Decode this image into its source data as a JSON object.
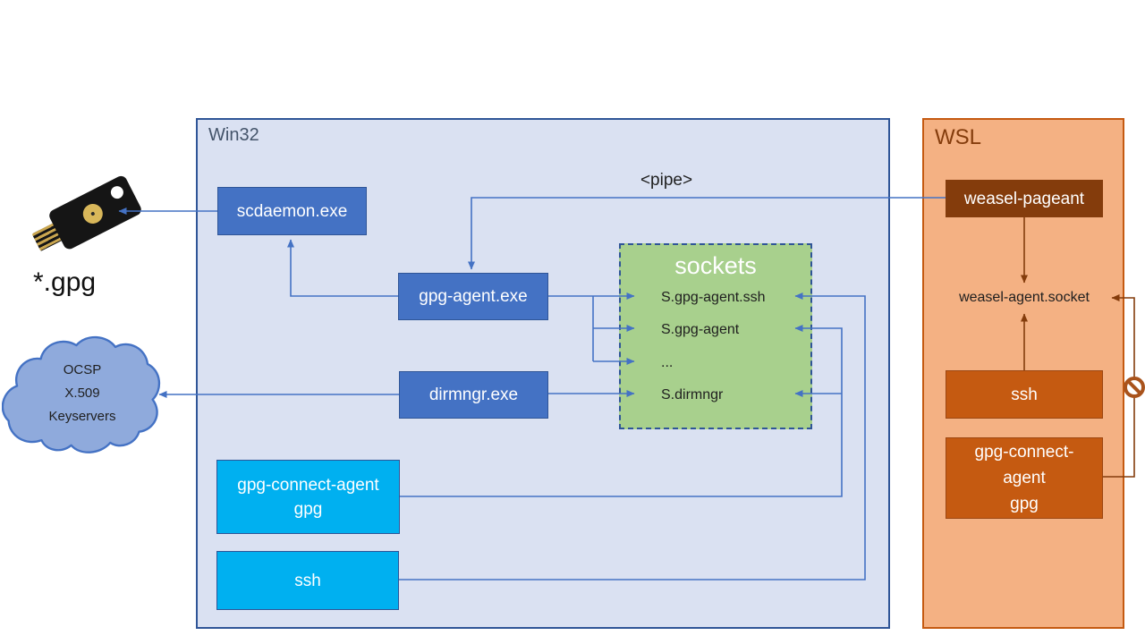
{
  "colors": {
    "win32_fill": "#dae1f2",
    "win32_border": "#2f5597",
    "wsl_fill": "#f4b183",
    "wsl_border": "#c55a11",
    "node_blue": "#4472c4",
    "node_cyan": "#00b0f0",
    "node_orange": "#c55a11",
    "node_brown": "#843c0c",
    "sockets_fill": "#a8d08d",
    "cloud_fill": "#8faadc",
    "line_blue": "#4472c4",
    "line_brown": "#843c0c",
    "noentry": "#a9531c"
  },
  "win32": {
    "label": "Win32",
    "pipe_label": "<pipe>",
    "nodes": {
      "scdaemon": {
        "label": "scdaemon.exe"
      },
      "gpg_agent": {
        "label": "gpg-agent.exe"
      },
      "dirmngr": {
        "label": "dirmngr.exe"
      },
      "gpg_connect": {
        "line1": "gpg-connect-agent",
        "line2": "gpg"
      },
      "ssh": {
        "label": "ssh"
      }
    },
    "sockets": {
      "title": "sockets",
      "items": [
        "S.gpg-agent.ssh",
        "S.gpg-agent",
        "...",
        "S.dirmngr"
      ]
    }
  },
  "wsl": {
    "label": "WSL",
    "nodes": {
      "weasel_pageant": {
        "label": "weasel-pageant"
      },
      "weasel_socket": {
        "label": "weasel-agent.socket"
      },
      "ssh": {
        "label": "ssh"
      },
      "gpg_connect": {
        "line1": "gpg-connect-",
        "line2": "agent",
        "line3": "gpg"
      }
    }
  },
  "left": {
    "gpg_files_label": "*.gpg",
    "cloud": {
      "line1": "OCSP",
      "line2": "X.509",
      "line3": "Keyservers"
    }
  }
}
